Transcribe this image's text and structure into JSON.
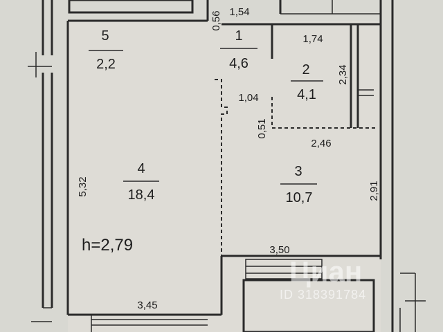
{
  "rooms": [
    {
      "number": "1",
      "area": "4,6"
    },
    {
      "number": "2",
      "area": "4,1"
    },
    {
      "number": "3",
      "area": "10,7"
    },
    {
      "number": "4",
      "area": "18,4"
    },
    {
      "number": "5",
      "area": "2,2"
    }
  ],
  "dimensions": {
    "d_0_56": "0,56",
    "d_1_54": "1,54",
    "d_1_74": "1,74",
    "d_2_34": "2,34",
    "d_1_04": "1,04",
    "d_0_51": "0,51",
    "d_2_46": "2,46",
    "d_5_32": "5,32",
    "d_2_91": "2,91",
    "d_3_50": "3,50",
    "d_3_45": "3,45"
  },
  "ceiling_height": "h=2,79",
  "watermark": {
    "logo": "Циан",
    "id": "ID 318391784"
  }
}
